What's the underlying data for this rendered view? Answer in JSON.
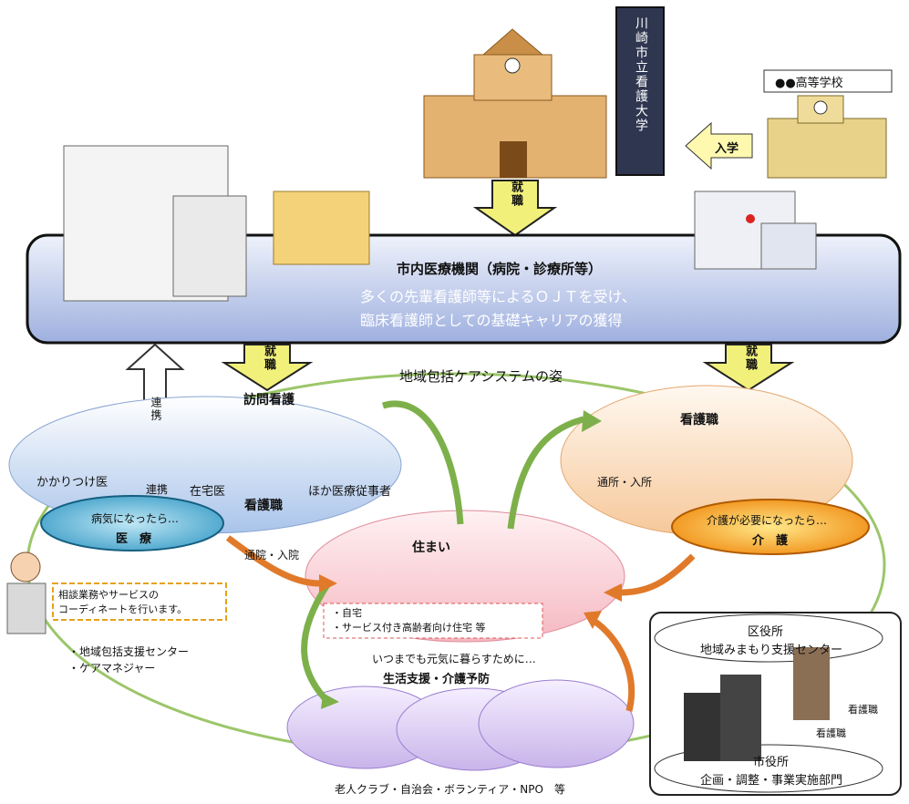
{
  "school": {
    "label": "●●高等学校"
  },
  "admission": {
    "label": "入学"
  },
  "university": {
    "name": "川崎市立看護大学"
  },
  "employ_label": "就職",
  "hospital_band": {
    "title": "市内医療機関（病院・診療所等）",
    "line1": "多くの先輩看護師等によるＯＪＴを受け、",
    "line2": "臨床看護師としての基礎キャリアの獲得"
  },
  "center_title": "地域包括ケアシステムの姿",
  "cooperation": {
    "label1": "連携",
    "label2": "連携"
  },
  "medical": {
    "visiting_nurse": "訪問看護",
    "family_doctor": "かかりつけ医",
    "home_doctor": "在宅医",
    "nurse": "看護職",
    "other_staff": "ほか医療従事者",
    "pill_line1": "病気になったら…",
    "pill_line2": "医　療"
  },
  "care": {
    "nurse": "看護職",
    "daycare": "通所・入所",
    "pill_line1": "介護が必要になったら…",
    "pill_line2": "介　護"
  },
  "home": {
    "title": "住まい",
    "item1": "・自宅",
    "item2": "・サービス付き高齢者向け住宅 等",
    "hospital_visit": "通院・入院"
  },
  "consult": {
    "line1": "相談業務やサービスの",
    "line2": "コーディネートを行います。",
    "role1": "・地域包括支援センター",
    "role2": "・ケアマネジャー"
  },
  "life": {
    "line1": "いつまでも元気に暮らすために…",
    "line2": "生活支援・介護予防"
  },
  "community": {
    "label": "老人クラブ・自治会・ボランティア・NPO　等"
  },
  "ward": {
    "line1": "区役所",
    "line2": "地域みまもり支援センター",
    "nurse1": "看護職",
    "nurse2": "看護職"
  },
  "city": {
    "line1": "市役所",
    "line2": "企画・調整・事業実施部門"
  }
}
